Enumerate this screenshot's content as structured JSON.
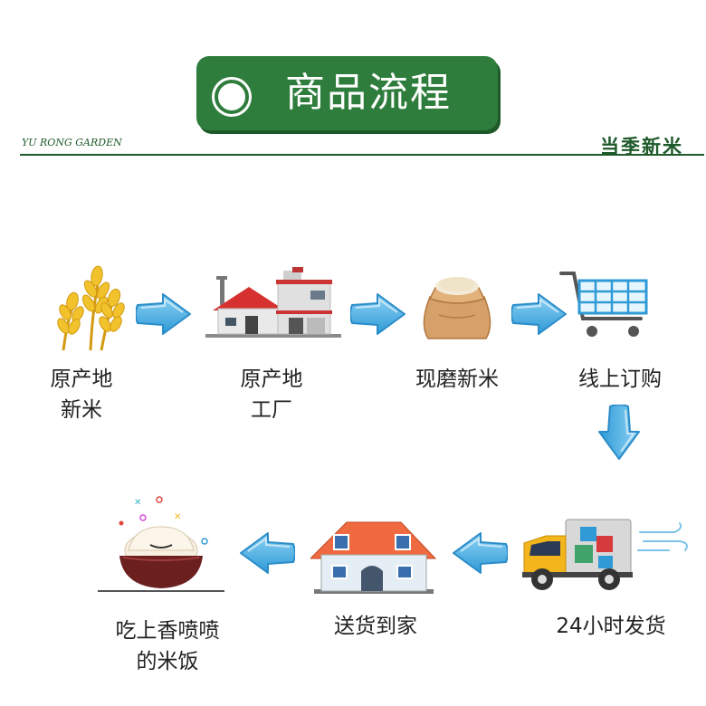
{
  "header": {
    "title": "商品流程",
    "brand_left": "YU RONG GARDEN",
    "brand_right": "当季新米"
  },
  "steps": [
    {
      "line1": "原产地",
      "line2": "新米",
      "icon": "wheat-icon"
    },
    {
      "line1": "原产地",
      "line2": "工厂",
      "icon": "factory-icon"
    },
    {
      "line1": "现磨新米",
      "line2": "",
      "icon": "rice-sack-icon"
    },
    {
      "line1": "线上订购",
      "line2": "",
      "icon": "shopping-cart-icon"
    },
    {
      "line1": "24小时发货",
      "line2": "",
      "icon": "delivery-truck-icon"
    },
    {
      "line1": "送货到家",
      "line2": "",
      "icon": "house-icon"
    },
    {
      "line1": "吃上香喷喷",
      "line2": "的米饭",
      "icon": "rice-bowl-icon"
    }
  ],
  "colors": {
    "brand_green": "#2e7d3c",
    "arrow_blue": "#4fb3e6",
    "wheat_yellow": "#f2c22c",
    "house_roof": "#e8643c"
  }
}
